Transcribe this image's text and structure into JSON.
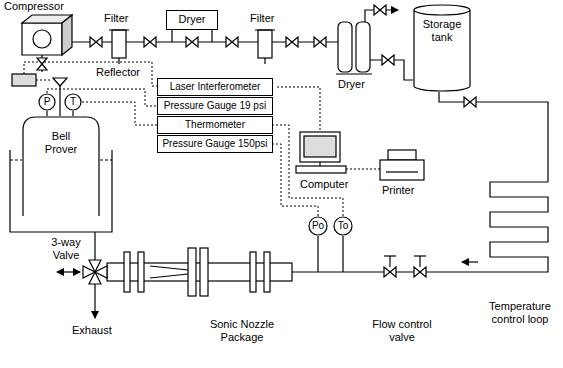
{
  "diagram": {
    "nodes": [
      {
        "text": [
          "Dryer"
        ]
      },
      {
        "text": [
          "Storage tank"
        ]
      },
      {
        "text": [
          "Laser Interferometer"
        ]
      },
      {
        "text": [
          "Pressure Gauge 19 psi"
        ]
      },
      {
        "text": [
          "P"
        ]
      },
      {
        "text": [
          "T"
        ]
      },
      {
        "text": [
          "Thermometer"
        ]
      },
      {
        "text": [
          "Bell Prover"
        ]
      },
      {
        "text": [
          "Pressure Gauge 150psi"
        ]
      },
      {
        "text": [
          "Po"
        ]
      },
      {
        "text": [
          "To"
        ]
      }
    ],
    "edges": [
      {
        "from": 4,
        "to": 3,
        "arrow": "none"
      },
      {
        "from": 5,
        "to": 6,
        "arrow": "none"
      },
      {
        "from": 9,
        "to": 8,
        "arrow": "none"
      },
      {
        "from": 10,
        "to": 6,
        "arrow": "none"
      }
    ],
    "labels": [
      "Compressor",
      "Filter",
      "Filter",
      "Dryer",
      "Reflector",
      "Computer",
      "Printer",
      "3-way Valve",
      "Exhaust",
      "Sonic Nozzle Package",
      "Flow control valve",
      "Temperature control loop"
    ]
  }
}
